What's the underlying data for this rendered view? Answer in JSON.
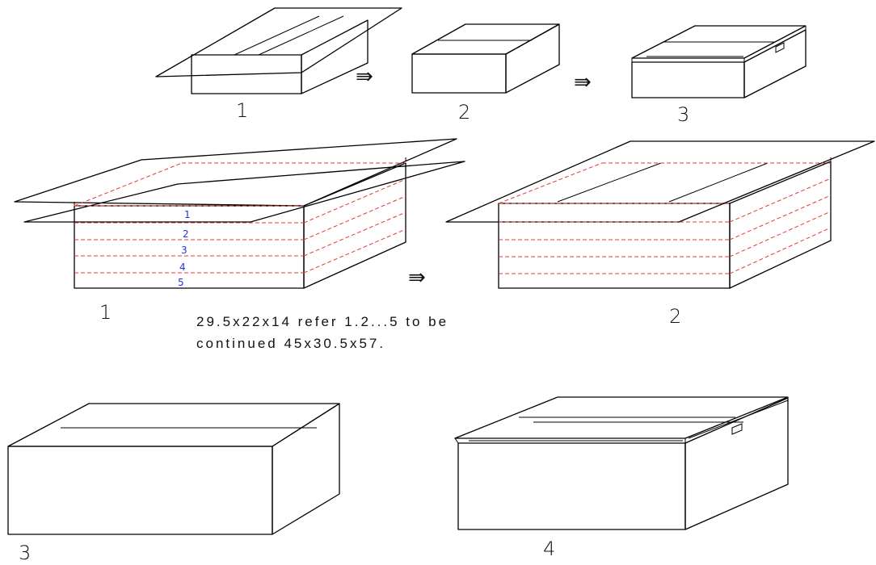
{
  "top_row": {
    "step1": "1",
    "step2": "2",
    "step3": "3",
    "arrow": "⇛"
  },
  "middle_row": {
    "step1": "1",
    "step2": "2",
    "arrow": "⇛",
    "layers": [
      "1",
      "2",
      "3",
      "4",
      "5"
    ]
  },
  "note": {
    "line1": "29.5x22x14 refer 1.2...5 to be",
    "line2": "continued 45x30.5x57."
  },
  "bottom_row": {
    "step3": "3",
    "step4": "4"
  },
  "colors": {
    "outline": "#000000",
    "fold_lines": "#e53935",
    "layer_numbers": "#2233dd"
  }
}
